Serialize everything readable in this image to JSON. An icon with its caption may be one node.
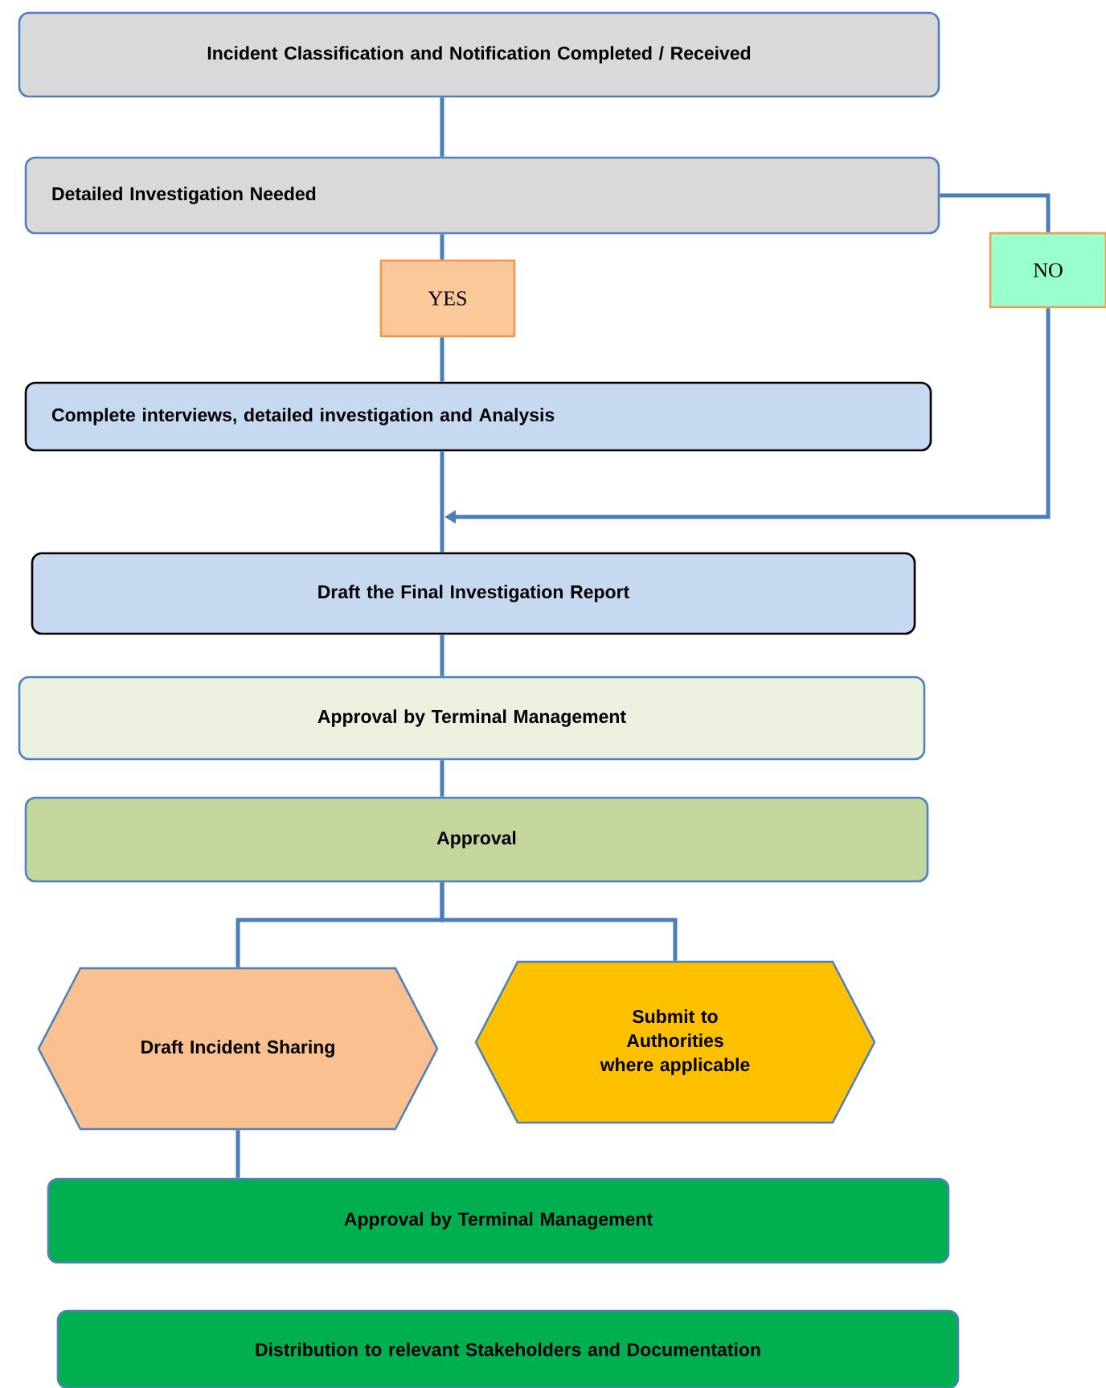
{
  "diagram": {
    "nodes": [
      {
        "text": [
          "Incident Classification and Notification Completed / Received"
        ]
      },
      {
        "text": [
          "Detailed Investigation Needed"
        ]
      },
      {
        "text": [
          "YES"
        ]
      },
      {
        "text": [
          "NO"
        ]
      },
      {
        "text": [
          "Complete interviews, detailed investigation and Analysis"
        ]
      },
      {
        "text": [
          "Draft the Final Investigation Report"
        ]
      },
      {
        "text": [
          "Approval by Terminal Management"
        ]
      },
      {
        "text": [
          "Approval"
        ]
      },
      {
        "text": [
          "Draft Incident Sharing"
        ]
      },
      {
        "text": [
          "Submit to Authorities where applicable"
        ]
      },
      {
        "text": [
          "Approval by Terminal Management"
        ]
      },
      {
        "text": [
          "Distribution to relevant Stakeholders and Documentation"
        ]
      }
    ],
    "edges": [
      {
        "from": 0,
        "to": 1,
        "arrow": "none"
      },
      {
        "from": 1,
        "to": 2,
        "arrow": "none"
      },
      {
        "from": 2,
        "to": 4,
        "arrow": "none"
      },
      {
        "from": 1,
        "to": 3,
        "arrow": "none"
      },
      {
        "from": 3,
        "to": 5,
        "arrow": "to"
      },
      {
        "from": 4,
        "to": 5,
        "arrow": "none"
      },
      {
        "from": 5,
        "to": 6,
        "arrow": "none"
      },
      {
        "from": 6,
        "to": 7,
        "arrow": "none"
      },
      {
        "from": 7,
        "to": 8,
        "arrow": "none"
      },
      {
        "from": 7,
        "to": 9,
        "arrow": "none"
      },
      {
        "from": 8,
        "to": 10,
        "arrow": "none"
      }
    ]
  }
}
